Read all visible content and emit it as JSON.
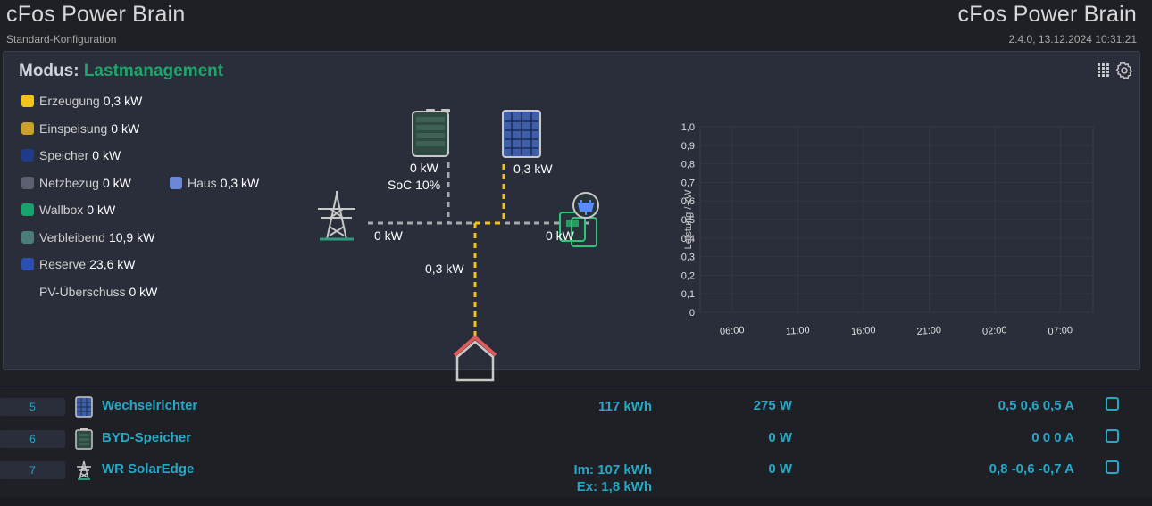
{
  "header": {
    "title_left": "cFos Power Brain",
    "title_right": "cFos Power Brain",
    "config": "Standard-Konfiguration",
    "version": "2.4.0, 13.12.2024 10:31:21"
  },
  "mode": {
    "label": "Modus:",
    "value": "Lastmanagement"
  },
  "legend": [
    {
      "label": "Erzeugung",
      "value": "0,3 kW",
      "color": "#f0c419"
    },
    {
      "label": "Einspeisung",
      "value": "0 kW",
      "color": "#c9a227"
    },
    {
      "label": "Speicher",
      "value": "0 kW",
      "color": "#1f3b8a"
    },
    {
      "label": "Netzbezug",
      "value": "0 kW",
      "color": "#5c6070"
    },
    {
      "label": "Haus",
      "value": "0,3 kW",
      "color": "#6a87d8"
    },
    {
      "label": "Wallbox",
      "value": "0 kW",
      "color": "#18a36c"
    },
    {
      "label": "Verbleibend",
      "value": "10,9 kW",
      "color": "#4b7d7b"
    },
    {
      "label": "Reserve",
      "value": "23,6 kW",
      "color": "#2b4fb0"
    },
    {
      "label": "PV-Überschuss",
      "value": "0 kW",
      "color": ""
    }
  ],
  "flow": {
    "battery_power": "0 kW",
    "battery_soc": "SoC 10%",
    "solar_power": "0,3 kW",
    "grid_power": "0 kW",
    "wallbox_power": "0 kW",
    "house_power": "0,3 kW"
  },
  "chart_data": {
    "type": "line",
    "ylabel": "Leistung / kW",
    "yticks": [
      "1,0",
      "0,9",
      "0,8",
      "0,7",
      "0,6",
      "0,5",
      "0,4",
      "0,3",
      "0,2",
      "0,1",
      "0"
    ],
    "xticks": [
      "06:00",
      "11:00",
      "16:00",
      "21:00",
      "02:00",
      "07:00"
    ],
    "ylim": [
      0,
      1.0
    ],
    "series": [],
    "grid": true
  },
  "rows": [
    {
      "id": "5",
      "icon": "solar-panel-icon",
      "name": "Wechselrichter",
      "energy": "117 kWh",
      "energy2": "",
      "power": "275 W",
      "current": "0,5 0,6 0,5 A"
    },
    {
      "id": "6",
      "icon": "battery-icon",
      "name": "BYD-Speicher",
      "energy": "",
      "energy2": "",
      "power": "0 W",
      "current": "0 0 0 A"
    },
    {
      "id": "7",
      "icon": "power-tower-icon",
      "name": "WR SolarEdge",
      "energy": "Im: 107 kWh",
      "energy2": "Ex: 1,8 kWh",
      "power": "0 W",
      "current": "0,8 -0,6 -0,7 A"
    }
  ]
}
